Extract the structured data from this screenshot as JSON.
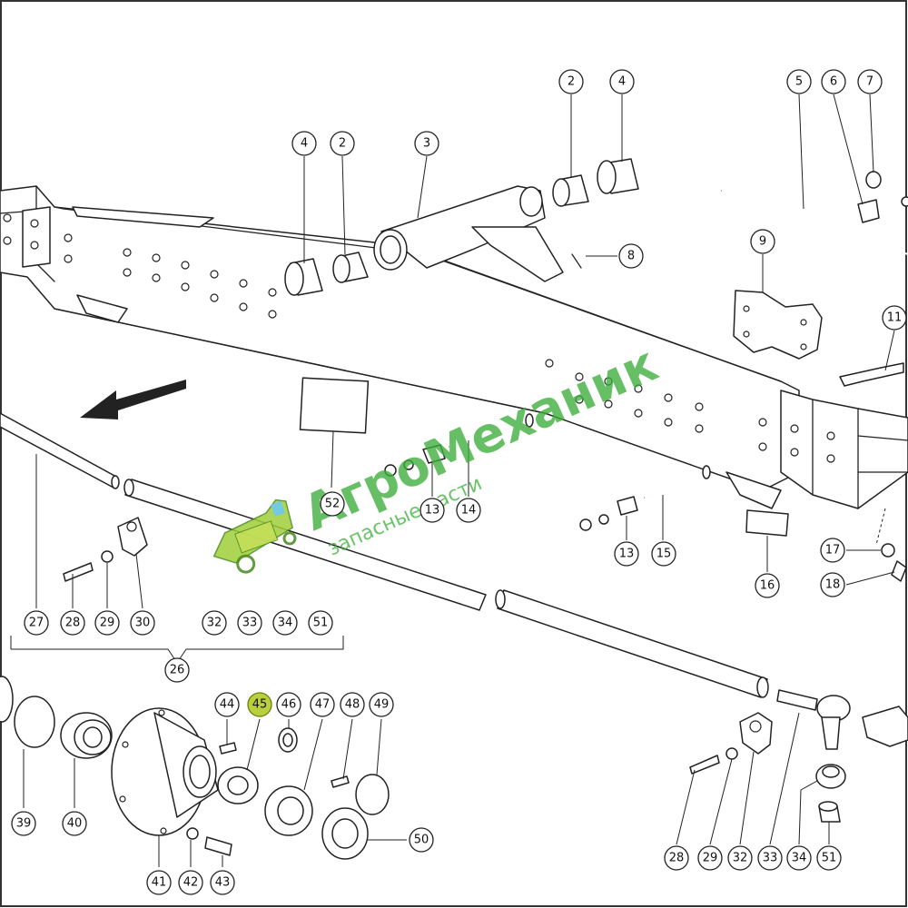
{
  "watermark": {
    "title": "АгроМеханик",
    "subtitle": "запасные части"
  },
  "callouts": {
    "c2a": "2",
    "c4a": "4",
    "c3": "3",
    "c4b": "4",
    "c2b": "2",
    "c5": "5",
    "c6": "6",
    "c7": "7",
    "c8": "8",
    "c9": "9",
    "c11": "11",
    "c13a": "13",
    "c14": "14",
    "c13b": "13",
    "c15": "15",
    "c16": "16",
    "c17": "17",
    "c18": "18",
    "c52": "52",
    "c27": "27",
    "c28a": "28",
    "c29a": "29",
    "c30": "30",
    "c32a": "32",
    "c33a": "33",
    "c34a": "34",
    "c51a": "51",
    "c26": "26",
    "c39": "39",
    "c40": "40",
    "c41": "41",
    "c42": "42",
    "c43": "43",
    "c44": "44",
    "c45": "45",
    "c46": "46",
    "c47": "47",
    "c48": "48",
    "c49": "49",
    "c50": "50",
    "c28b": "28",
    "c29b": "29",
    "c32b": "32",
    "c33b": "33",
    "c34b": "34",
    "c51b": "51"
  },
  "highlighted_callout": "45",
  "colors": {
    "line": "#222222",
    "highlight": "#b9cf3e",
    "watermark": "#3cae3a"
  }
}
